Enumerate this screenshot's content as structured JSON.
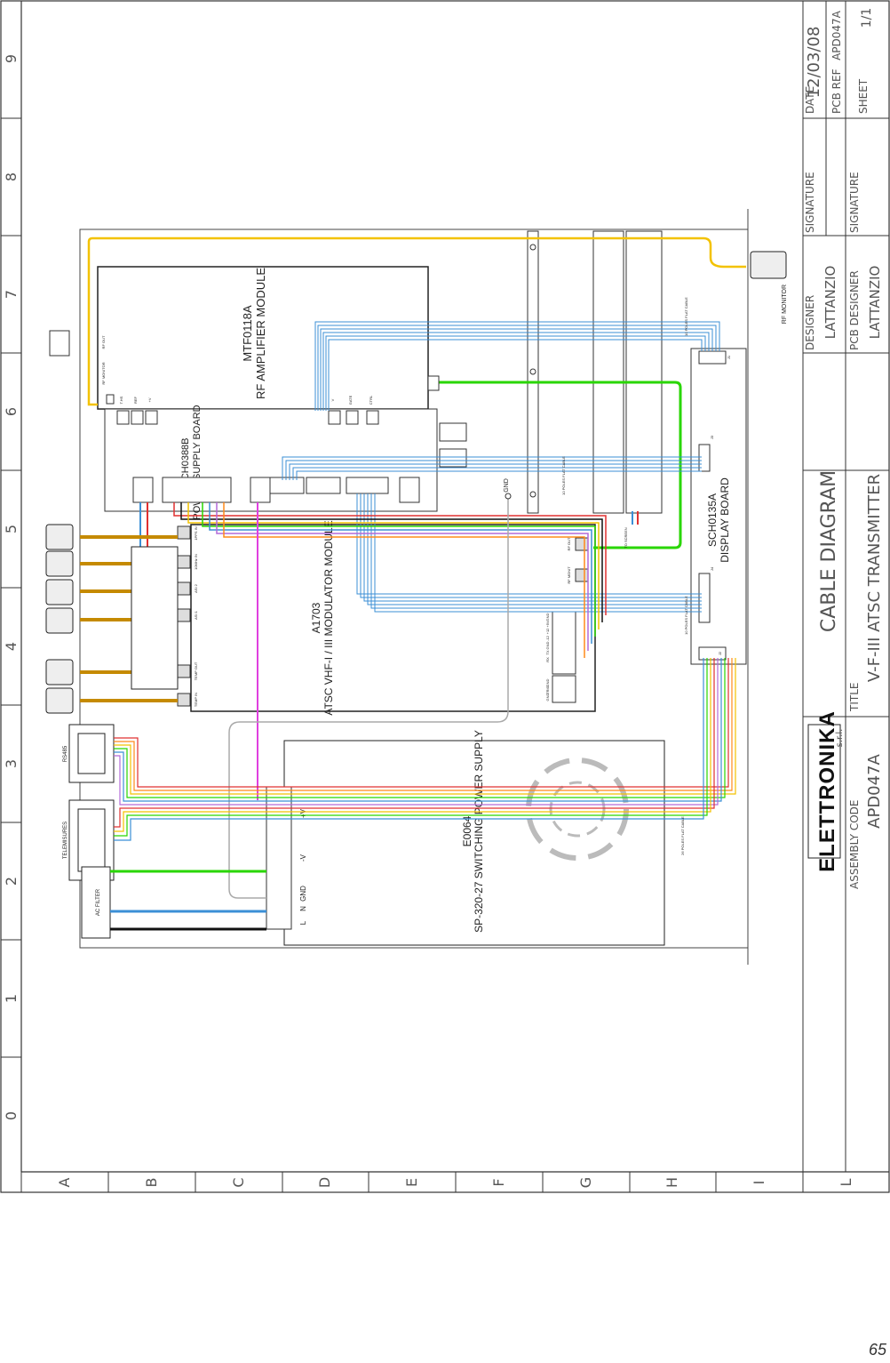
{
  "page_number": "65",
  "frame": {
    "row_labels": [
      "9",
      "8",
      "7",
      "6",
      "5",
      "4",
      "3",
      "2",
      "1",
      "0"
    ],
    "col_labels": [
      "A",
      "B",
      "C",
      "D",
      "E",
      "F",
      "G",
      "H",
      "I",
      "L"
    ]
  },
  "title_block": {
    "company": "ELETTRONIKA",
    "company_sub": "s.r.l.",
    "date_label": "DATE",
    "date_value": "12/03/08",
    "pcb_ref_label": "PCB REF",
    "pcb_ref_value": "APD047A",
    "sheet_label": "SHEET",
    "sheet_value": "1/1",
    "signature_label_1": "SIGNATURE",
    "signature_label_2": "SIGNATURE",
    "designer_label": "DESIGNER",
    "designer_value": "LATTANZIO",
    "pcb_designer_label": "PCB DESIGNER",
    "pcb_designer_value": "LATTANZIO",
    "drawing_title": "CABLE DIAGRAM",
    "title_label": "TITLE",
    "title_value": "V-F-III ATSC TRANSMITTER",
    "assembly_code_label": "ASSEMBLY CODE",
    "assembly_code_value": "APD047A"
  },
  "modules": {
    "amp_code": "MTF0118A",
    "amp_name": "RF AMPLIFIER MODULE",
    "psb_code": "SCH0388B",
    "psb_name": "POWER SUPPLY BOARD",
    "mod_code": "A1703",
    "mod_name": "ATSC VHF-I / III MODULATOR MODULE",
    "disp_code": "SCH0135A",
    "disp_name": "DISPLAY BOARD",
    "psu_code": "E0064",
    "psu_name": "SP-320-27 SWITCHING POWER SUPPLY"
  },
  "labels": {
    "rf_monitor": "RF MONITOR",
    "gnd": "GND",
    "ac_filter": "AC FILTER",
    "rs485": "RS485",
    "telemetry": "TELEMISURES",
    "to_screen": "TO SCREEN",
    "flat_26": "26 POLES FLAT CABLE",
    "flat_10a": "10 POLES FLAT CABLE",
    "flat_10b": "10 POLES FLAT CABLE",
    "flat_10c": "10 POLES FLAT CABLE",
    "psu_plus": "+V",
    "psu_minus": "-V",
    "psu_gnd": "GND",
    "psu_n": "N",
    "psu_l": "L",
    "amp_pins": [
      "RF MONITOR",
      "T.HS",
      "REF",
      "+V",
      "V",
      "GATE",
      "CTRL",
      "RF OUT"
    ],
    "mod_pins": [
      "TEMP IN",
      "TEMP OUT",
      "ASI 1",
      "ASI 2",
      "10MHz IN",
      "1PPS IN",
      "RF MONIT",
      "RF OUT"
    ],
    "disp_conn": [
      "J1",
      "J2",
      "J3",
      "J4"
    ],
    "mod_small": [
      "GND",
      "+5V",
      "+12",
      "-12",
      "GND",
      "TX",
      "RX",
      "GND",
      "TRIG",
      "GND"
    ]
  }
}
